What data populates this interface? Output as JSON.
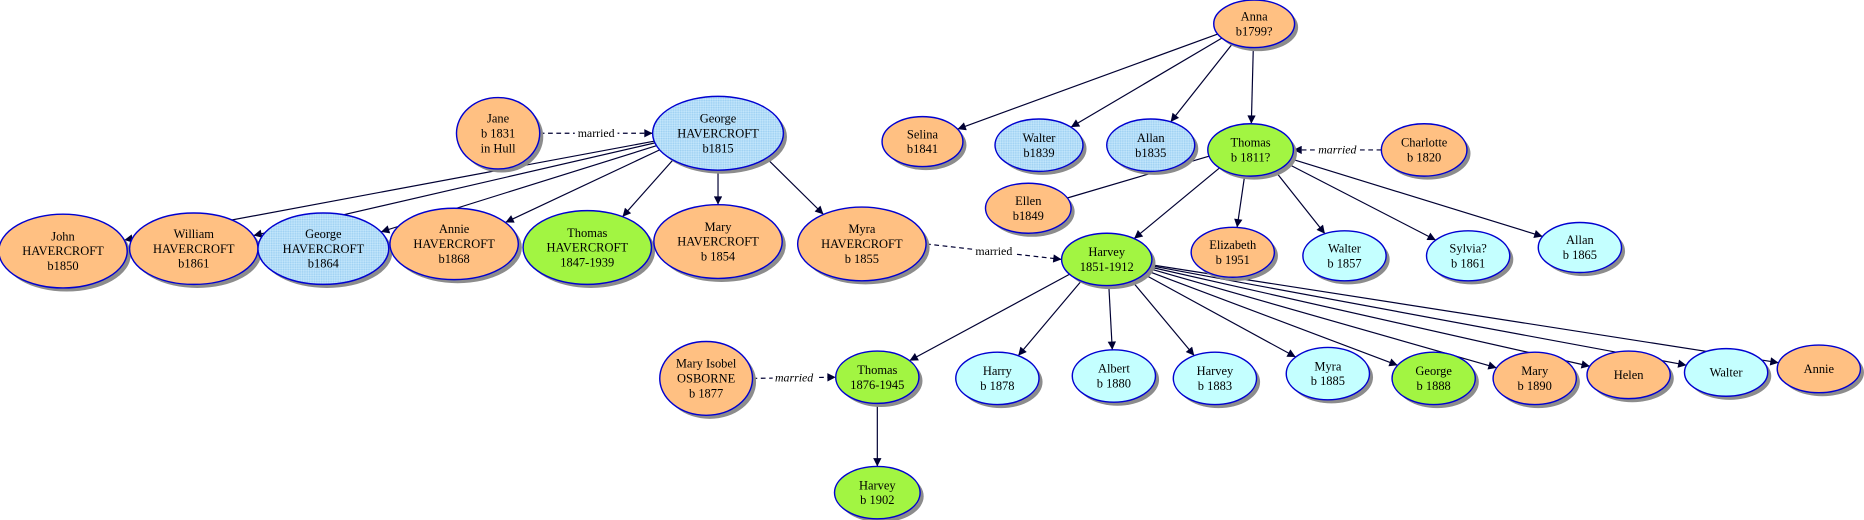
{
  "title": "HAVERCROFT family tree",
  "colors": {
    "female": "#ffc082",
    "male_green": "#a2f542",
    "male_blue": "#b0dcf8",
    "child_cyan": "#c4ffff",
    "outline": "#0000d0",
    "edge": "#000033"
  },
  "nodes": [
    {
      "id": "anna",
      "lines": [
        "Anna",
        "b1799?"
      ],
      "color": "female"
    },
    {
      "id": "selina",
      "lines": [
        "Selina",
        "b1841"
      ],
      "color": "female"
    },
    {
      "id": "walter1839",
      "lines": [
        "Walter",
        "b1839"
      ],
      "color": "male_blue"
    },
    {
      "id": "allan1835",
      "lines": [
        "Allan",
        "b1835"
      ],
      "color": "male_blue"
    },
    {
      "id": "thomas1811",
      "lines": [
        "Thomas",
        "b 1811?"
      ],
      "color": "male_green"
    },
    {
      "id": "charlotte",
      "lines": [
        "Charlotte",
        "b 1820"
      ],
      "color": "female"
    },
    {
      "id": "ellen",
      "lines": [
        "Ellen",
        "b1849"
      ],
      "color": "female"
    },
    {
      "id": "harvey1851",
      "lines": [
        "Harvey",
        "1851-1912"
      ],
      "color": "male_green"
    },
    {
      "id": "elizabeth",
      "lines": [
        "Elizabeth",
        "b 1951"
      ],
      "color": "female"
    },
    {
      "id": "walter1857",
      "lines": [
        "Walter",
        "b 1857"
      ],
      "color": "child_cyan"
    },
    {
      "id": "sylvia",
      "lines": [
        "Sylvia?",
        "b 1861"
      ],
      "color": "child_cyan"
    },
    {
      "id": "allan1865",
      "lines": [
        "Allan",
        "b 1865"
      ],
      "color": "child_cyan"
    },
    {
      "id": "jane",
      "lines": [
        "Jane",
        "b 1831",
        "in Hull"
      ],
      "color": "female"
    },
    {
      "id": "george1815",
      "lines": [
        "George",
        "HAVERCROFT",
        "b1815"
      ],
      "color": "male_blue"
    },
    {
      "id": "john",
      "lines": [
        "John",
        "HAVERCROFT",
        "b1850"
      ],
      "color": "female"
    },
    {
      "id": "william",
      "lines": [
        "William",
        "HAVERCROFT",
        "b1861"
      ],
      "color": "female"
    },
    {
      "id": "george1864",
      "lines": [
        "George",
        "HAVERCROFT",
        "b1864"
      ],
      "color": "male_blue"
    },
    {
      "id": "annie1868",
      "lines": [
        "Annie",
        "HAVERCROFT",
        "b1868"
      ],
      "color": "female"
    },
    {
      "id": "thomas1847",
      "lines": [
        "Thomas",
        "HAVERCROFT",
        "1847-1939"
      ],
      "color": "male_green"
    },
    {
      "id": "mary1854",
      "lines": [
        "Mary",
        "HAVERCROFT",
        "b 1854"
      ],
      "color": "female"
    },
    {
      "id": "myra1855",
      "lines": [
        "Myra",
        "HAVERCROFT",
        "b 1855"
      ],
      "color": "female"
    },
    {
      "id": "maryisobel",
      "lines": [
        "Mary Isobel",
        "OSBORNE",
        "b 1877"
      ],
      "color": "female"
    },
    {
      "id": "thomas1876",
      "lines": [
        "Thomas",
        "1876-1945"
      ],
      "color": "male_green"
    },
    {
      "id": "harvey1902",
      "lines": [
        "Harvey",
        "b 1902"
      ],
      "color": "male_green"
    },
    {
      "id": "harry",
      "lines": [
        "Harry",
        "b 1878"
      ],
      "color": "child_cyan"
    },
    {
      "id": "albert",
      "lines": [
        "Albert",
        "b 1880"
      ],
      "color": "child_cyan"
    },
    {
      "id": "harvey1883",
      "lines": [
        "Harvey",
        "b 1883"
      ],
      "color": "child_cyan"
    },
    {
      "id": "myra1885",
      "lines": [
        "Myra",
        "b 1885"
      ],
      "color": "child_cyan"
    },
    {
      "id": "george1888",
      "lines": [
        "George",
        "b 1888"
      ],
      "color": "male_green"
    },
    {
      "id": "mary1890",
      "lines": [
        "Mary",
        "b 1890"
      ],
      "color": "female"
    },
    {
      "id": "helen",
      "lines": [
        "Helen"
      ],
      "color": "female"
    },
    {
      "id": "walter",
      "lines": [
        "Walter"
      ],
      "color": "child_cyan"
    },
    {
      "id": "annie",
      "lines": [
        "Annie"
      ],
      "color": "female"
    }
  ],
  "edges": [
    {
      "from": "anna",
      "to": "selina"
    },
    {
      "from": "anna",
      "to": "walter1839"
    },
    {
      "from": "anna",
      "to": "allan1835"
    },
    {
      "from": "anna",
      "to": "thomas1811"
    },
    {
      "from": "charlotte",
      "to": "thomas1811",
      "style": "dashed",
      "label": "married",
      "italic": true
    },
    {
      "from": "thomas1811",
      "to": "ellen",
      "arrow": false
    },
    {
      "from": "thomas1811",
      "to": "harvey1851"
    },
    {
      "from": "thomas1811",
      "to": "elizabeth"
    },
    {
      "from": "thomas1811",
      "to": "walter1857"
    },
    {
      "from": "thomas1811",
      "to": "sylvia"
    },
    {
      "from": "thomas1811",
      "to": "allan1865"
    },
    {
      "from": "jane",
      "to": "george1815",
      "style": "dashed",
      "label": "married",
      "italic": false
    },
    {
      "from": "george1815",
      "to": "john"
    },
    {
      "from": "george1815",
      "to": "william"
    },
    {
      "from": "george1815",
      "to": "george1864"
    },
    {
      "from": "george1815",
      "to": "annie1868"
    },
    {
      "from": "george1815",
      "to": "thomas1847"
    },
    {
      "from": "george1815",
      "to": "mary1854"
    },
    {
      "from": "george1815",
      "to": "myra1855"
    },
    {
      "from": "myra1855",
      "to": "harvey1851",
      "style": "dashed",
      "label": "married",
      "italic": false
    },
    {
      "from": "harvey1851",
      "to": "thomas1876"
    },
    {
      "from": "harvey1851",
      "to": "harry"
    },
    {
      "from": "harvey1851",
      "to": "albert"
    },
    {
      "from": "harvey1851",
      "to": "harvey1883"
    },
    {
      "from": "harvey1851",
      "to": "myra1885"
    },
    {
      "from": "harvey1851",
      "to": "george1888"
    },
    {
      "from": "harvey1851",
      "to": "mary1890"
    },
    {
      "from": "harvey1851",
      "to": "helen"
    },
    {
      "from": "harvey1851",
      "to": "walter"
    },
    {
      "from": "harvey1851",
      "to": "annie"
    },
    {
      "from": "maryisobel",
      "to": "thomas1876",
      "style": "dashed",
      "label": "married",
      "italic": true
    },
    {
      "from": "thomas1876",
      "to": "harvey1902"
    }
  ]
}
